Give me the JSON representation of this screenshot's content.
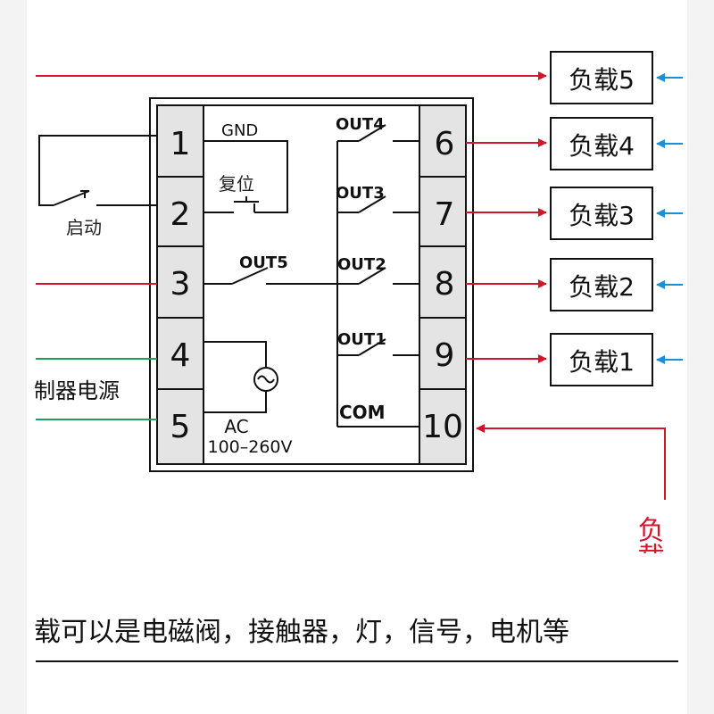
{
  "terminals": [
    "1",
    "2",
    "3",
    "4",
    "5",
    "6",
    "7",
    "8",
    "9",
    "10"
  ],
  "labels": {
    "gnd": "GND",
    "reset": "复位",
    "start": "启动",
    "out5": "OUT5",
    "out4": "OUT4",
    "out3": "OUT3",
    "out2": "OUT2",
    "out1": "OUT1",
    "com": "COM",
    "ac": "AC",
    "ac_range": "100–260V",
    "power": "制器电源"
  },
  "loads": [
    "负载5",
    "负载4",
    "负载3",
    "负载2",
    "负载1"
  ],
  "bottom_load_fragment": "负载",
  "caption": "载可以是电磁阀，接触器，灯，信号，电机等",
  "colors": {
    "red_wire": "#d2142a",
    "green_wire": "#1fa05a",
    "blue_arrow": "#1a8fd8",
    "line": "#111111",
    "frame_fill": "#e4e4e4"
  }
}
